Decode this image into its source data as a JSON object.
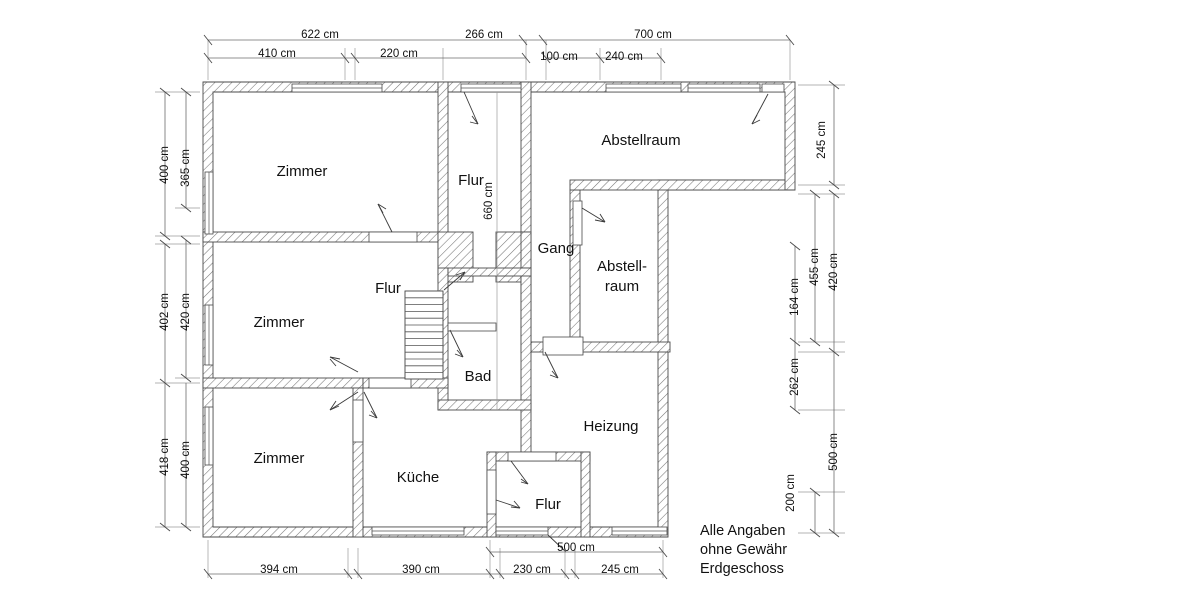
{
  "document": {
    "type": "architectural-floor-plan",
    "floor_label": "Erdgeschoss",
    "disclaimer_line1": "Alle Angaben",
    "disclaimer_line2": "ohne Gewähr",
    "disclaimer_line3": "Erdgeschoss"
  },
  "rooms": [
    {
      "id": "zimmer-top-left",
      "label": "Zimmer"
    },
    {
      "id": "zimmer-mid-left",
      "label": "Zimmer"
    },
    {
      "id": "zimmer-bottom-left",
      "label": "Zimmer"
    },
    {
      "id": "kueche",
      "label": "Küche"
    },
    {
      "id": "flur-upper",
      "label": "Flur"
    },
    {
      "id": "flur-stair",
      "label": "Flur"
    },
    {
      "id": "flur-bottom",
      "label": "Flur"
    },
    {
      "id": "bad",
      "label": "Bad"
    },
    {
      "id": "gang",
      "label": "Gang"
    },
    {
      "id": "abstellraum-top",
      "label": "Abstellraum"
    },
    {
      "id": "abstellraum-mid-1",
      "label": "Abstell-"
    },
    {
      "id": "abstellraum-mid-2",
      "label": "raum"
    },
    {
      "id": "heizung",
      "label": "Heizung"
    }
  ],
  "dimensions": {
    "top_outer": [
      {
        "id": "top-outer-622",
        "label": "622 cm",
        "value": 622,
        "unit": "cm"
      },
      {
        "id": "top-outer-266",
        "label": "266 cm",
        "value": 266,
        "unit": "cm"
      },
      {
        "id": "top-outer-700",
        "label": "700 cm",
        "value": 700,
        "unit": "cm"
      }
    ],
    "top_inner": [
      {
        "id": "top-inner-410",
        "label": "410 cm",
        "value": 410,
        "unit": "cm"
      },
      {
        "id": "top-inner-220",
        "label": "220 cm",
        "value": 220,
        "unit": "cm"
      },
      {
        "id": "top-inner-100",
        "label": "100 cm",
        "value": 100,
        "unit": "cm"
      },
      {
        "id": "top-inner-240",
        "label": "240 cm",
        "value": 240,
        "unit": "cm"
      }
    ],
    "left_outer": [
      {
        "id": "left-outer-400",
        "label": "400 cm",
        "value": 400,
        "unit": "cm"
      },
      {
        "id": "left-outer-402",
        "label": "402 cm",
        "value": 402,
        "unit": "cm"
      },
      {
        "id": "left-outer-418",
        "label": "418 cm",
        "value": 418,
        "unit": "cm"
      }
    ],
    "left_inner": [
      {
        "id": "left-inner-365",
        "label": "365 cm",
        "value": 365,
        "unit": "cm"
      },
      {
        "id": "left-inner-420",
        "label": "420 cm",
        "value": 420,
        "unit": "cm"
      },
      {
        "id": "left-inner-400",
        "label": "400 cm",
        "value": 400,
        "unit": "cm"
      }
    ],
    "right_outer": [
      {
        "id": "right-outer-245",
        "label": "245 cm",
        "value": 245,
        "unit": "cm"
      },
      {
        "id": "right-outer-420",
        "label": "420 cm",
        "value": 420,
        "unit": "cm"
      },
      {
        "id": "right-outer-500",
        "label": "500 cm",
        "value": 500,
        "unit": "cm"
      }
    ],
    "right_inner": [
      {
        "id": "right-inner-455",
        "label": "455 cm",
        "value": 455,
        "unit": "cm"
      },
      {
        "id": "right-inner-200",
        "label": "200 cm",
        "value": 200,
        "unit": "cm"
      }
    ],
    "right_innermost": [
      {
        "id": "right-innermost-164",
        "label": "164 cm",
        "value": 164,
        "unit": "cm"
      },
      {
        "id": "right-innermost-262",
        "label": "262 cm",
        "value": 262,
        "unit": "cm"
      }
    ],
    "bottom_outer": [
      {
        "id": "bottom-394",
        "label": "394 cm",
        "value": 394,
        "unit": "cm"
      },
      {
        "id": "bottom-390",
        "label": "390 cm",
        "value": 390,
        "unit": "cm"
      },
      {
        "id": "bottom-230",
        "label": "230 cm",
        "value": 230,
        "unit": "cm"
      },
      {
        "id": "bottom-245",
        "label": "245 cm",
        "value": 245,
        "unit": "cm"
      }
    ],
    "bottom_inner": [
      {
        "id": "bottom-inner-500",
        "label": "500 cm",
        "value": 500,
        "unit": "cm"
      }
    ],
    "interior": [
      {
        "id": "interior-660",
        "label": "660 cm",
        "value": 660,
        "unit": "cm",
        "orientation": "vertical"
      }
    ]
  },
  "colors": {
    "background": "#ffffff",
    "wall_stroke": "#4a4a4a",
    "hatch": "#777777",
    "dimension_line": "#6b6b6b",
    "text": "#111111"
  }
}
